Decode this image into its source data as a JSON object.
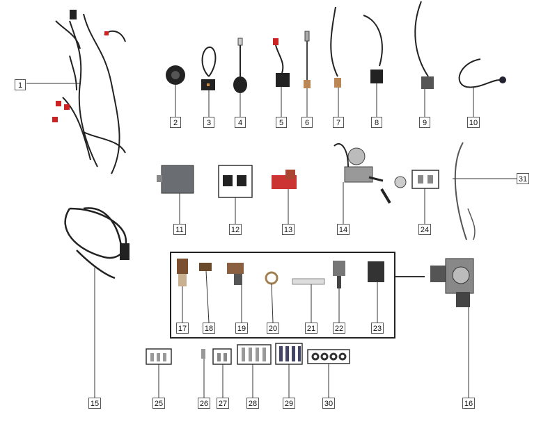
{
  "callouts": [
    "1",
    "2",
    "3",
    "4",
    "5",
    "6",
    "7",
    "8",
    "9",
    "10",
    "11",
    "12",
    "13",
    "14",
    "15",
    "16",
    "17",
    "18",
    "19",
    "20",
    "21",
    "22",
    "23",
    "24",
    "25",
    "26",
    "27",
    "28",
    "29",
    "30",
    "31"
  ],
  "parts": [
    {
      "name": "wiring-harness-main-icon"
    },
    {
      "name": "horn-icon"
    },
    {
      "name": "switch-icon"
    },
    {
      "name": "sensor-icon"
    },
    {
      "name": "connector-icon"
    },
    {
      "name": "temperature-sensor-icon"
    },
    {
      "name": "cable-sensor-icon"
    },
    {
      "name": "socket-icon"
    },
    {
      "name": "lead-icon"
    },
    {
      "name": "wire-icon"
    },
    {
      "name": "ecu-box-icon"
    },
    {
      "name": "relay-icon"
    },
    {
      "name": "fuse-box-icon"
    },
    {
      "name": "ignition-lock-set-icon"
    },
    {
      "name": "harness-loop-icon"
    },
    {
      "name": "throttle-body-icon"
    },
    {
      "name": "bolt-icon"
    },
    {
      "name": "washer-icon"
    }
  ]
}
